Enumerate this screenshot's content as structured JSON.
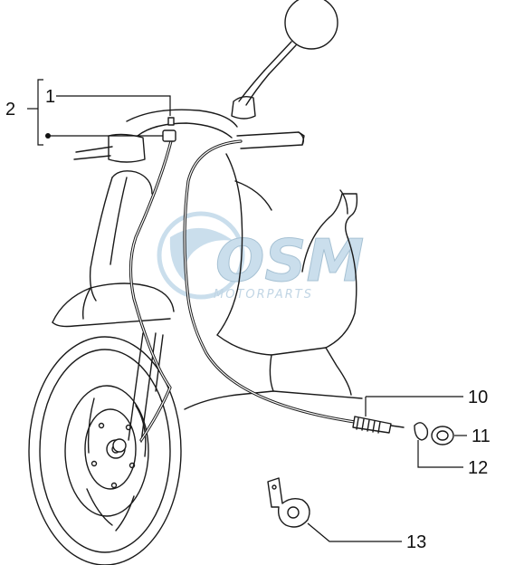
{
  "watermark": {
    "brand": "OSM",
    "tagline": "MOTORPARTS",
    "color": "#9fc4de"
  },
  "callouts": {
    "c1": "1",
    "c2": "2",
    "c10": "10",
    "c11": "11",
    "c12": "12",
    "c13": "13"
  }
}
